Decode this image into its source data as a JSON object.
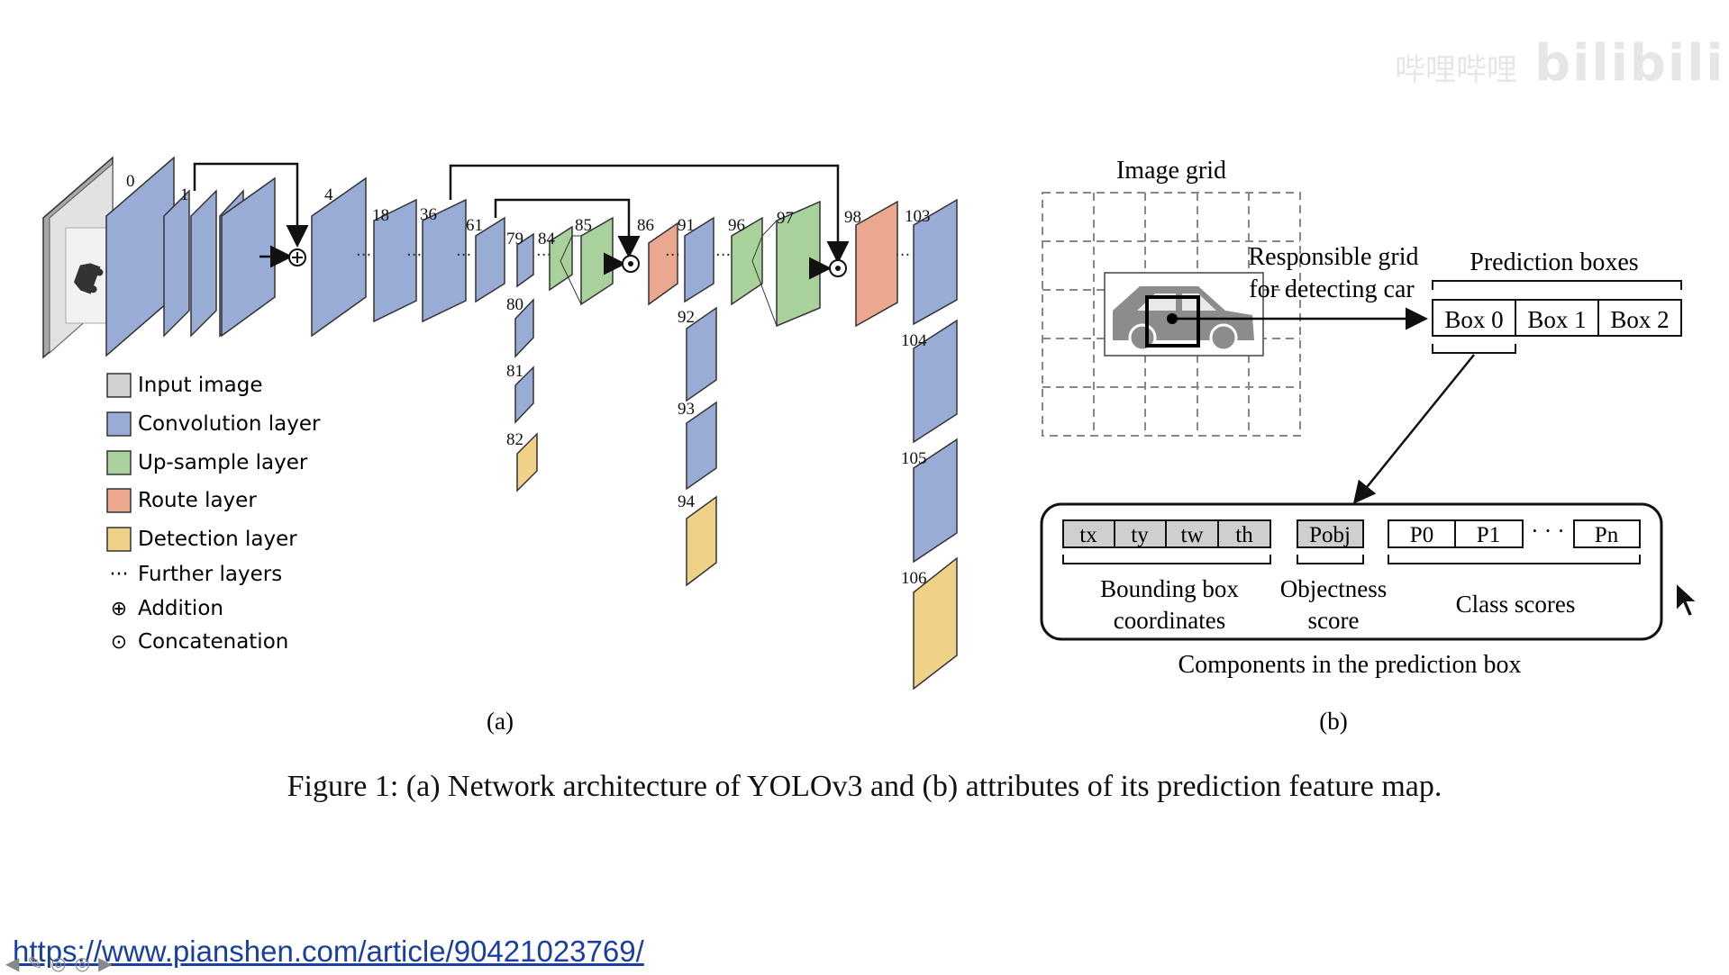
{
  "panel_a": {
    "layer_labels": [
      "0",
      "1",
      "4",
      "18",
      "36",
      "61",
      "79",
      "84",
      "85",
      "86",
      "91",
      "96",
      "97",
      "98",
      "103",
      "80",
      "81",
      "82",
      "92",
      "93",
      "94",
      "104",
      "105",
      "106"
    ],
    "legend": [
      {
        "label": "Input image",
        "color": "#d2d2d2"
      },
      {
        "label": "Convolution layer",
        "color": "#98acd6"
      },
      {
        "label": "Up-sample layer",
        "color": "#a9d19b"
      },
      {
        "label": "Route layer",
        "color": "#eba88f"
      },
      {
        "label": "Detection layer",
        "color": "#f0d188"
      },
      {
        "label": "Further layers",
        "symbol": "···"
      },
      {
        "label": "Addition",
        "symbol": "⊕"
      },
      {
        "label": "Concatenation",
        "symbol": "⊙"
      }
    ],
    "sublabel": "(a)"
  },
  "panel_b": {
    "image_grid_title": "Image grid",
    "responsible_text_line1": "Responsible grid",
    "responsible_text_line2": "for detecting car",
    "prediction_boxes_title": "Prediction boxes",
    "boxes": [
      "Box 0",
      "Box 1",
      "Box 2"
    ],
    "bbox_cells": [
      "tx",
      "ty",
      "tw",
      "th"
    ],
    "objectness_cell": "Pobj",
    "class_cells": [
      "P0",
      "P1",
      "Pn"
    ],
    "class_ellipsis": "· · ·",
    "group_labels": {
      "bbox_line1": "Bounding box",
      "bbox_line2": "coordinates",
      "obj_line1": "Objectness",
      "obj_line2": "score",
      "class": "Class scores"
    },
    "components_caption": "Components in the prediction box",
    "sublabel": "(b)"
  },
  "figure_caption": "Figure 1: (a) Network architecture of YOLOv3 and (b) attributes of its prediction feature map.",
  "link": {
    "text": "https://www.pianshen.com/article/90421023769/"
  },
  "watermark": {
    "left": "哔哩哔哩",
    "brand": "bilibili"
  },
  "colors": {
    "input": "#d2d2d2",
    "conv": "#98acd6",
    "upsample": "#a9d19b",
    "route": "#eba88f",
    "detect": "#f0d188",
    "link": "#1a3fa0"
  }
}
